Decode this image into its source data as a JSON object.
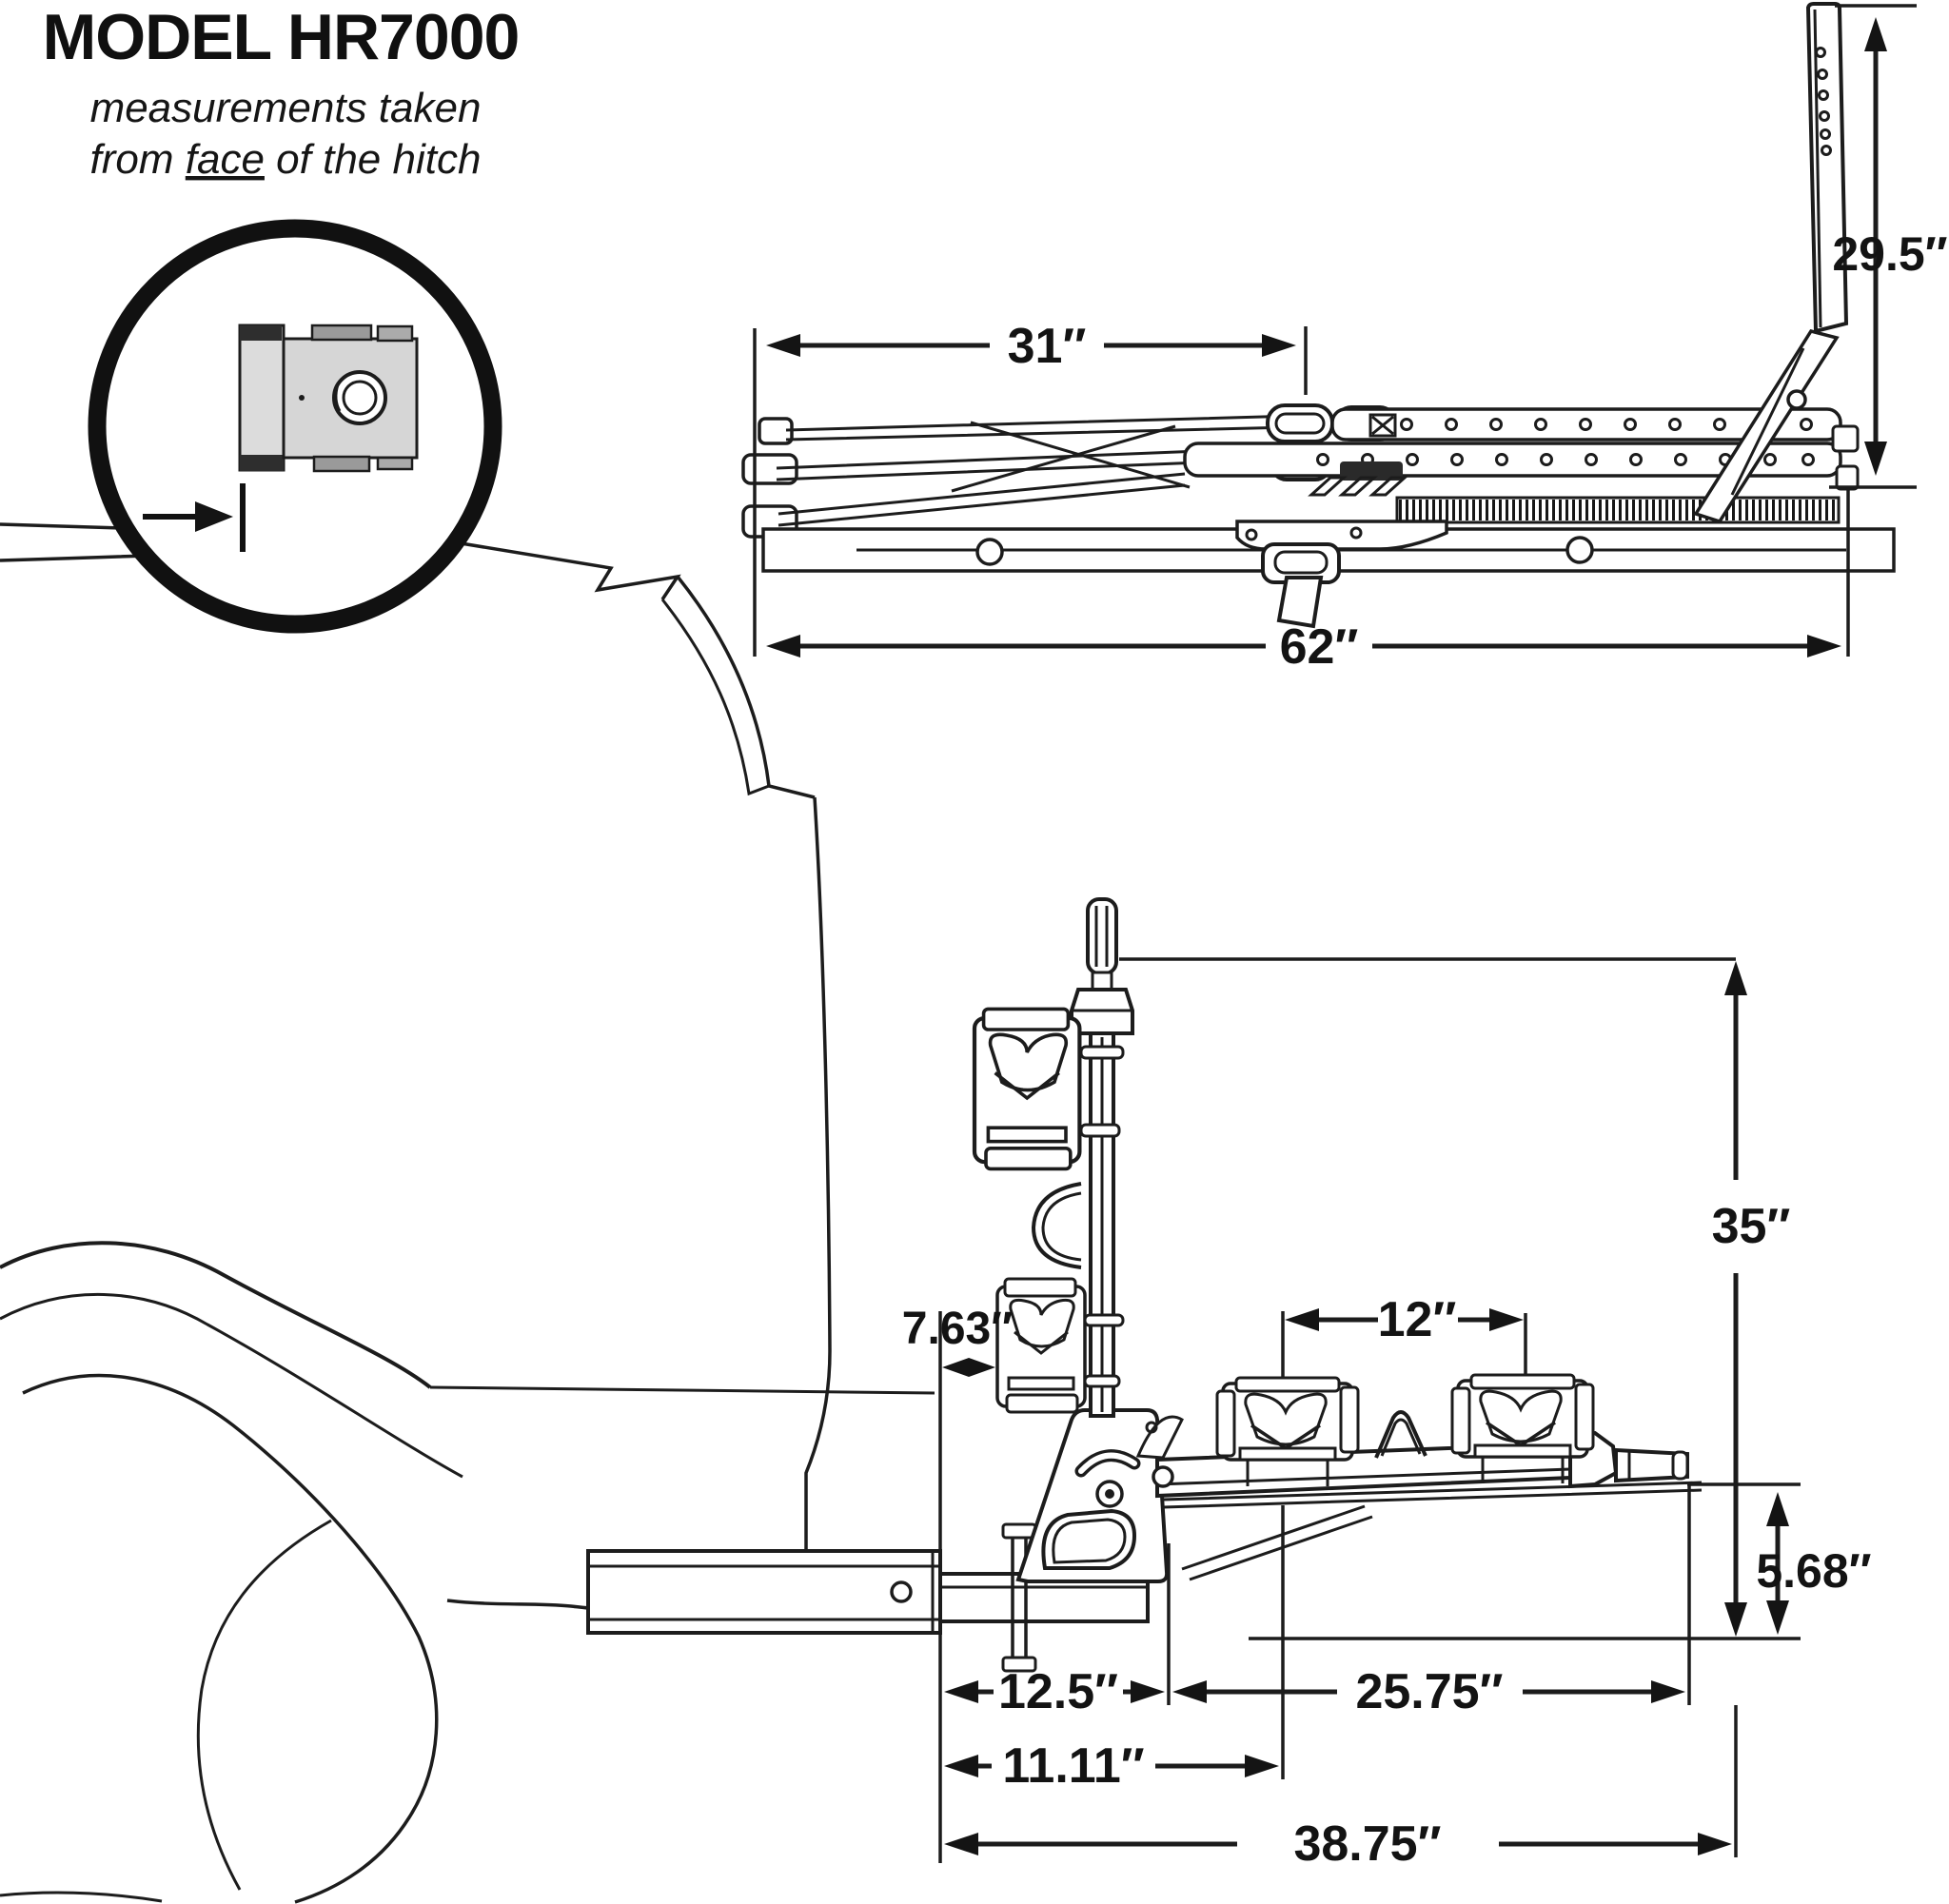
{
  "header": {
    "title": "MODEL HR7000",
    "subtitle_line1": "measurements taken",
    "subtitle_from": "from ",
    "subtitle_face": "face",
    "subtitle_rest": " of the hitch"
  },
  "folded_view": {
    "depth": "31″",
    "height": "29.5″",
    "width": "62″"
  },
  "mounted_view": {
    "clamp_offset": "7.63″",
    "tray_spacing": "12″",
    "height": "35″",
    "arm_drop": "5.68″",
    "face_to_pivot": "12.5″",
    "pivot_to_arm_end": "25.75″",
    "face_to_tray": "11.11″",
    "face_to_arm_end": "38.75″"
  }
}
